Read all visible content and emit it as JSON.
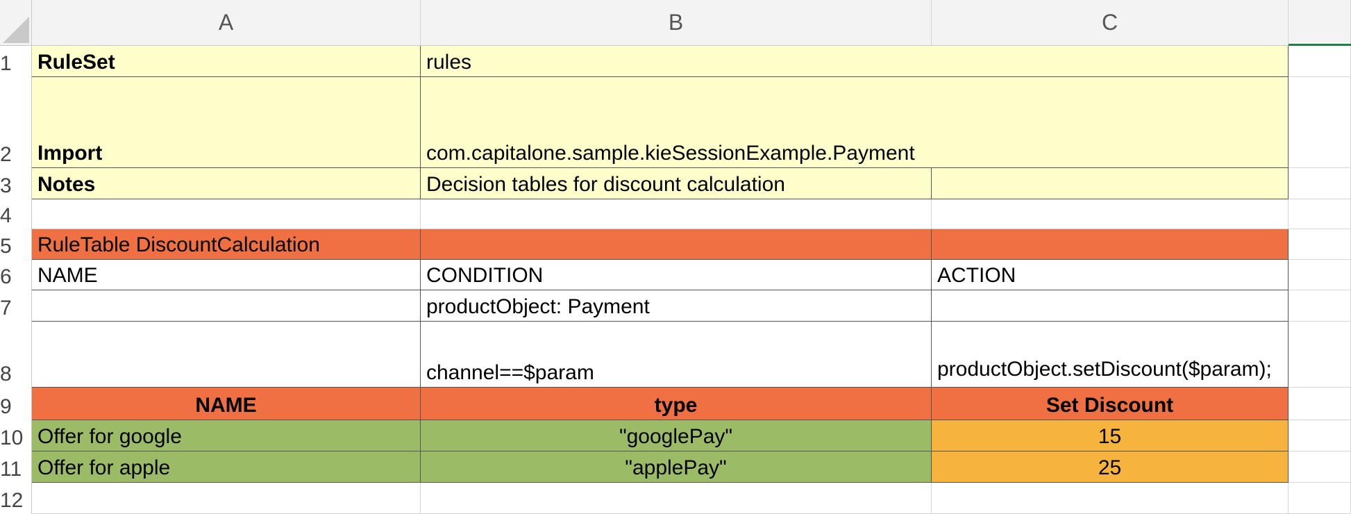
{
  "columns": [
    "A",
    "B",
    "C"
  ],
  "rows": [
    "1",
    "2",
    "3",
    "4",
    "5",
    "6",
    "7",
    "8",
    "9",
    "10",
    "11",
    "12"
  ],
  "cells": {
    "r1": {
      "a": "RuleSet",
      "b": "rules"
    },
    "r2": {
      "a": "Import",
      "b": "com.capitalone.sample.kieSessionExample.Payment"
    },
    "r3": {
      "a": "Notes",
      "b": "Decision tables for discount calculation",
      "c": ""
    },
    "r5": {
      "a": "RuleTable DiscountCalculation",
      "b": "",
      "c": ""
    },
    "r6": {
      "a": "NAME",
      "b": "CONDITION",
      "c": "ACTION"
    },
    "r7": {
      "a": "",
      "b": "productObject: Payment",
      "c": ""
    },
    "r8": {
      "a": "",
      "b": "channel==$param",
      "c": "productObject.setDiscount($param);"
    },
    "r9": {
      "a": "NAME",
      "b": "type",
      "c": "Set Discount"
    },
    "r10": {
      "a": "Offer for google",
      "b": "\"googlePay\"",
      "c": "15"
    },
    "r11": {
      "a": "Offer for apple",
      "b": "\"applePay\"",
      "c": "25"
    }
  },
  "colors": {
    "header_yellow": "#ffffcc",
    "rule_orange": "#ee7043",
    "green": "#9bbb67",
    "amber": "#f6b33e",
    "selection_green": "#1e7e45"
  }
}
